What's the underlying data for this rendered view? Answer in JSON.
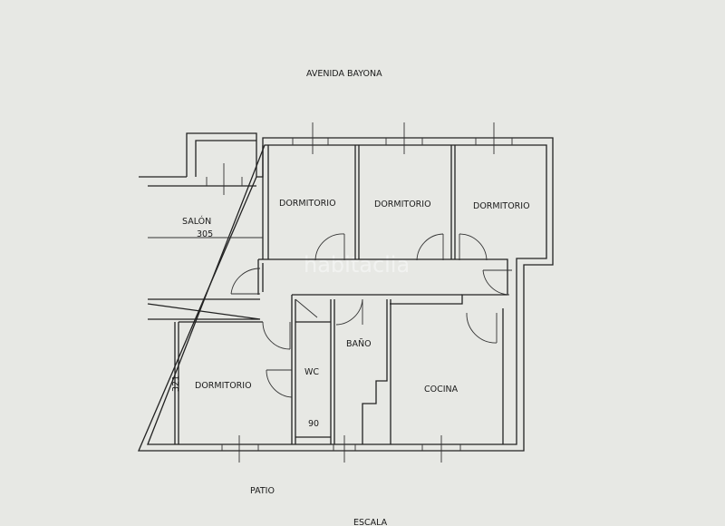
{
  "plan": {
    "street_label": "AVENIDA BAYONA",
    "bottom_label": "PATIO",
    "stair_label": "ESCALA",
    "watermark": "habitaclia",
    "rooms": {
      "bedroom_1": "DORMITORIO",
      "bedroom_2": "DORMITORIO",
      "bedroom_3": "DORMITORIO",
      "bedroom_4": "DORMITORIO",
      "living": "SALÓN",
      "bath": "BAÑO",
      "wc": "WC",
      "kitchen": "COCINA"
    },
    "dimensions": {
      "living_width": "305",
      "bedroom_height": "321",
      "wc_width": "90"
    }
  }
}
